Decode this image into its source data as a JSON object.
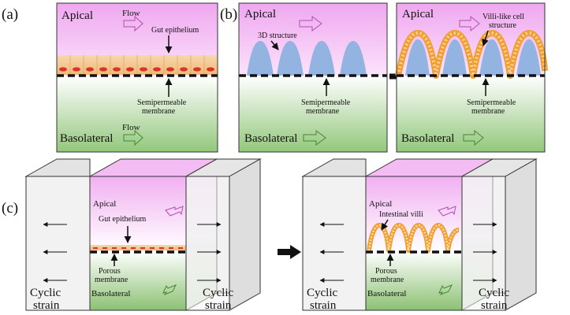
{
  "panel_a": {
    "letter": "(a)",
    "apical": "Apical",
    "flow_top": "Flow",
    "gut_epithelium": "Gut epithelium",
    "membrane_line1": "Semipermeable",
    "membrane_line2": "membrane",
    "flow_bottom": "Flow",
    "basolateral": "Basolateral"
  },
  "panel_b": {
    "letter": "(b)",
    "left": {
      "apical": "Apical",
      "structure": "3D structure",
      "membrane_line1": "Semipermeable",
      "membrane_line2": "membrane",
      "basolateral": "Basolateral"
    },
    "right": {
      "apical": "Apical",
      "villi_line1": "Villi-like cell",
      "villi_line2": "structure",
      "membrane_line1": "Semipermeable",
      "membrane_line2": "membrane",
      "basolateral": "Basolateral"
    }
  },
  "panel_c": {
    "letter": "(c)",
    "left": {
      "apical": "Apical",
      "gut_epithelium": "Gut epithelium",
      "membrane_line1": "Porous",
      "membrane_line2": "membrane",
      "basolateral": "Basolateral",
      "strain_left_line1": "Cyclic",
      "strain_left_line2": "strain",
      "strain_right_line1": "Cyclic",
      "strain_right_line2": "strain"
    },
    "right": {
      "apical": "Apical",
      "villi": "Intestinal villi",
      "membrane_line1": "Porous",
      "membrane_line2": "membrane",
      "basolateral": "Basolateral",
      "strain_left_line1": "Cyclic",
      "strain_left_line2": "strain",
      "strain_right_line1": "Cyclic",
      "strain_right_line2": "strain"
    }
  },
  "colors": {
    "apical": "#f2b6f2",
    "basolateral": "#9fcf8a",
    "cells": "#f3c88f",
    "nuclei": "#d9342b",
    "villi_core": "#93b3e0",
    "villi_edge": "#f0a030"
  }
}
